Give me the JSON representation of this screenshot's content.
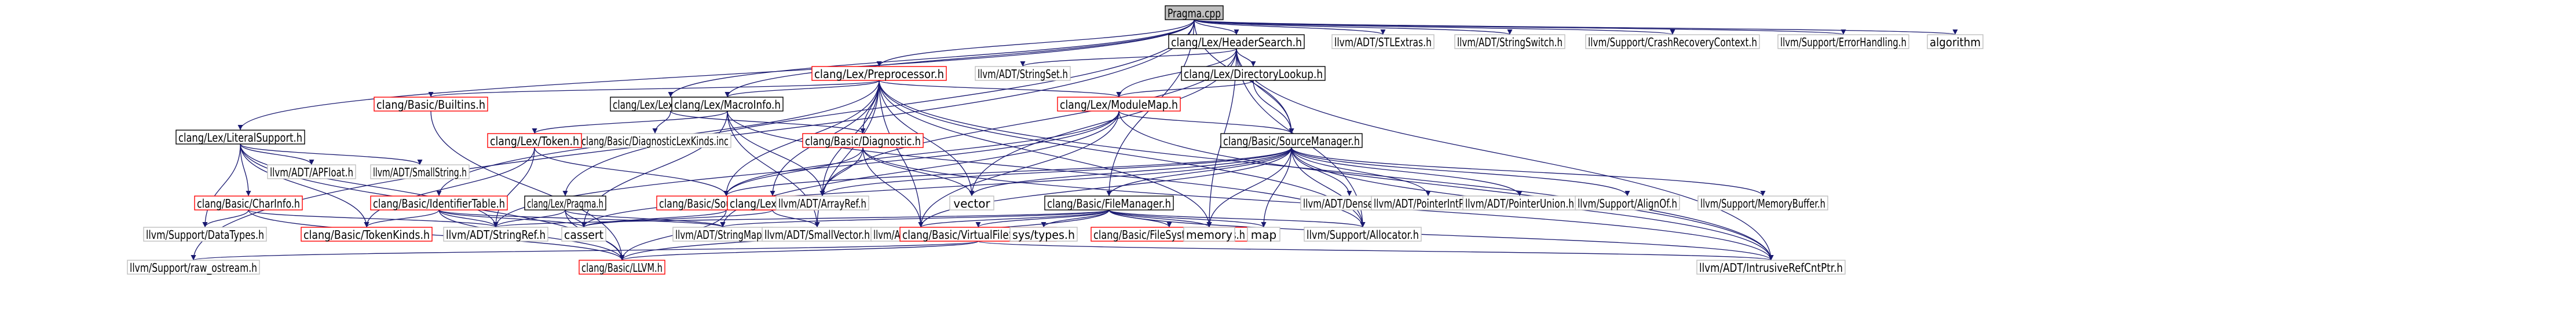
{
  "graph": {
    "root": "Pragma.cpp",
    "nodes": [
      {
        "id": "pragma_cpp",
        "label": "Pragma.cpp",
        "style": "root"
      },
      {
        "id": "headersearch",
        "label": "clang/Lex/HeaderSearch.h",
        "style": "black"
      },
      {
        "id": "stlextras",
        "label": "llvm/ADT/STLExtras.h",
        "style": "gray"
      },
      {
        "id": "stringswitch",
        "label": "llvm/ADT/StringSwitch.h",
        "style": "gray"
      },
      {
        "id": "crashrecovery",
        "label": "llvm/Support/CrashRecoveryContext.h",
        "style": "gray"
      },
      {
        "id": "errorhandling",
        "label": "llvm/Support/ErrorHandling.h",
        "style": "gray"
      },
      {
        "id": "algorithm",
        "label": "algorithm",
        "style": "gray"
      },
      {
        "id": "preprocessor",
        "label": "clang/Lex/Preprocessor.h",
        "style": "red"
      },
      {
        "id": "stringset",
        "label": "llvm/ADT/StringSet.h",
        "style": "gray"
      },
      {
        "id": "directorylookup",
        "label": "clang/Lex/DirectoryLookup.h",
        "style": "black"
      },
      {
        "id": "builtins",
        "label": "clang/Basic/Builtins.h",
        "style": "red"
      },
      {
        "id": "lexdiagnostic",
        "label": "clang/Lex/LexDiagnostic.h",
        "style": "black"
      },
      {
        "id": "macroinfo",
        "label": "clang/Lex/MacroInfo.h",
        "style": "black"
      },
      {
        "id": "modulemap",
        "label": "clang/Lex/ModuleMap.h",
        "style": "red"
      },
      {
        "id": "literalsupport",
        "label": "clang/Lex/LiteralSupport.h",
        "style": "black"
      },
      {
        "id": "diagkinds",
        "label": "clang/Basic/DiagnosticLexKinds.inc",
        "style": "gray"
      },
      {
        "id": "token",
        "label": "clang/Lex/Token.h",
        "style": "red"
      },
      {
        "id": "diagnostic",
        "label": "clang/Basic/Diagnostic.h",
        "style": "red"
      },
      {
        "id": "sourcemanager",
        "label": "clang/Basic/SourceManager.h",
        "style": "black"
      },
      {
        "id": "apfloat",
        "label": "llvm/ADT/APFloat.h",
        "style": "gray"
      },
      {
        "id": "smallstring",
        "label": "llvm/ADT/SmallString.h",
        "style": "gray"
      },
      {
        "id": "charinfo",
        "label": "clang/Basic/CharInfo.h",
        "style": "red"
      },
      {
        "id": "identifiertable",
        "label": "clang/Basic/IdentifierTable.h",
        "style": "red"
      },
      {
        "id": "lexpragma",
        "label": "clang/Lex/Pragma.h",
        "style": "black"
      },
      {
        "id": "sourcelocation",
        "label": "clang/Basic/SourceLocation.h",
        "style": "red"
      },
      {
        "id": "lexer",
        "label": "clang/Lex/Lexer.h",
        "style": "red"
      },
      {
        "id": "arrayref",
        "label": "llvm/ADT/ArrayRef.h",
        "style": "gray"
      },
      {
        "id": "vector",
        "label": "vector",
        "style": "gray"
      },
      {
        "id": "filemanager",
        "label": "clang/Basic/FileManager.h",
        "style": "black"
      },
      {
        "id": "densesetn",
        "label": "llvm/ADT/DenseSet.h",
        "style": "gray"
      },
      {
        "id": "pointerintpair",
        "label": "llvm/ADT/PointerIntPair.h",
        "style": "gray"
      },
      {
        "id": "pointerunion",
        "label": "llvm/ADT/PointerUnion.h",
        "style": "gray"
      },
      {
        "id": "alignof",
        "label": "llvm/Support/AlignOf.h",
        "style": "gray"
      },
      {
        "id": "memorybuffer",
        "label": "llvm/Support/MemoryBuffer.h",
        "style": "gray"
      },
      {
        "id": "datatypes",
        "label": "llvm/Support/DataTypes.h",
        "style": "gray"
      },
      {
        "id": "tokenkinds",
        "label": "clang/Basic/TokenKinds.h",
        "style": "red"
      },
      {
        "id": "stringref",
        "label": "llvm/ADT/StringRef.h",
        "style": "gray"
      },
      {
        "id": "cassert",
        "label": "cassert",
        "style": "gray"
      },
      {
        "id": "stringmap",
        "label": "llvm/ADT/StringMap.h",
        "style": "gray"
      },
      {
        "id": "smallvector",
        "label": "llvm/ADT/SmallVector.h",
        "style": "gray"
      },
      {
        "id": "densemap",
        "label": "llvm/ADT/DenseMap.h",
        "style": "gray"
      },
      {
        "id": "virtualfs",
        "label": "clang/Basic/VirtualFileSystem.h",
        "style": "red"
      },
      {
        "id": "systypes",
        "label": "sys/types.h",
        "style": "gray"
      },
      {
        "id": "filesystemoptions",
        "label": "clang/Basic/FileSystemOptions.h",
        "style": "red"
      },
      {
        "id": "memory",
        "label": "memory",
        "style": "gray"
      },
      {
        "id": "map",
        "label": "map",
        "style": "gray"
      },
      {
        "id": "allocator",
        "label": "llvm/Support/Allocator.h",
        "style": "gray"
      },
      {
        "id": "rawostream",
        "label": "llvm/Support/raw_ostream.h",
        "style": "gray"
      },
      {
        "id": "basicllvm",
        "label": "clang/Basic/LLVM.h",
        "style": "red"
      },
      {
        "id": "intrusiverefcnt",
        "label": "llvm/ADT/IntrusiveRefCntPtr.h",
        "style": "gray"
      }
    ],
    "edges": [
      [
        "pragma_cpp",
        "headersearch"
      ],
      [
        "pragma_cpp",
        "stlextras"
      ],
      [
        "pragma_cpp",
        "stringswitch"
      ],
      [
        "pragma_cpp",
        "crashrecovery"
      ],
      [
        "pragma_cpp",
        "errorhandling"
      ],
      [
        "pragma_cpp",
        "algorithm"
      ],
      [
        "pragma_cpp",
        "preprocessor"
      ],
      [
        "pragma_cpp",
        "lexdiagnostic"
      ],
      [
        "pragma_cpp",
        "macroinfo"
      ],
      [
        "pragma_cpp",
        "literalsupport"
      ],
      [
        "pragma_cpp",
        "lexpragma"
      ],
      [
        "pragma_cpp",
        "sourcemanager"
      ],
      [
        "pragma_cpp",
        "filemanager"
      ],
      [
        "pragma_cpp",
        "rawostream"
      ],
      [
        "headersearch",
        "stringset"
      ],
      [
        "headersearch",
        "directorylookup"
      ],
      [
        "headersearch",
        "modulemap"
      ],
      [
        "headersearch",
        "sourcemanager"
      ],
      [
        "headersearch",
        "arrayref"
      ],
      [
        "headersearch",
        "vector"
      ],
      [
        "headersearch",
        "memory"
      ],
      [
        "headersearch",
        "allocator"
      ],
      [
        "headersearch",
        "intrusiverefcnt"
      ],
      [
        "directorylookup",
        "modulemap"
      ],
      [
        "directorylookup",
        "sourcemanager"
      ],
      [
        "preprocessor",
        "builtins"
      ],
      [
        "preprocessor",
        "macroinfo"
      ],
      [
        "preprocessor",
        "modulemap"
      ],
      [
        "preprocessor",
        "identifiertable"
      ],
      [
        "preprocessor",
        "diagnostic"
      ],
      [
        "preprocessor",
        "sourcelocation"
      ],
      [
        "preprocessor",
        "lexer"
      ],
      [
        "preprocessor",
        "arrayref"
      ],
      [
        "preprocessor",
        "vector"
      ],
      [
        "preprocessor",
        "densemap"
      ],
      [
        "preprocessor",
        "smallvector"
      ],
      [
        "preprocessor",
        "allocator"
      ],
      [
        "preprocessor",
        "intrusiverefcnt"
      ],
      [
        "preprocessor",
        "memory"
      ],
      [
        "builtins",
        "basicllvm"
      ],
      [
        "lexdiagnostic",
        "diagkinds"
      ],
      [
        "lexdiagnostic",
        "diagnostic"
      ],
      [
        "macroinfo",
        "token"
      ],
      [
        "macroinfo",
        "arrayref"
      ],
      [
        "macroinfo",
        "smallvector"
      ],
      [
        "macroinfo",
        "allocator"
      ],
      [
        "macroinfo",
        "cassert"
      ],
      [
        "modulemap",
        "sourcemanager"
      ],
      [
        "modulemap",
        "sourcelocation"
      ],
      [
        "modulemap",
        "densemap"
      ],
      [
        "modulemap",
        "stringmap"
      ],
      [
        "modulemap",
        "stringref"
      ],
      [
        "modulemap",
        "intrusiverefcnt"
      ],
      [
        "literalsupport",
        "apfloat"
      ],
      [
        "literalsupport",
        "smallstring"
      ],
      [
        "literalsupport",
        "charinfo"
      ],
      [
        "literalsupport",
        "tokenkinds"
      ],
      [
        "literalsupport",
        "stringref"
      ],
      [
        "literalsupport",
        "datatypes"
      ],
      [
        "literalsupport",
        "basicllvm"
      ],
      [
        "token",
        "sourcelocation"
      ],
      [
        "token",
        "tokenkinds"
      ],
      [
        "token",
        "stringref"
      ],
      [
        "diagnostic",
        "sourcelocation"
      ],
      [
        "diagnostic",
        "arrayref"
      ],
      [
        "diagnostic",
        "densemap"
      ],
      [
        "diagnostic",
        "vector"
      ],
      [
        "diagnostic",
        "intrusiverefcnt"
      ],
      [
        "sourcemanager",
        "filemanager"
      ],
      [
        "sourcemanager",
        "densesetn"
      ],
      [
        "sourcemanager",
        "pointerintpair"
      ],
      [
        "sourcemanager",
        "pointerunion"
      ],
      [
        "sourcemanager",
        "alignof"
      ],
      [
        "sourcemanager",
        "memorybuffer"
      ],
      [
        "sourcemanager",
        "sourcelocation"
      ],
      [
        "sourcemanager",
        "arrayref"
      ],
      [
        "sourcemanager",
        "vector"
      ],
      [
        "sourcemanager",
        "densemap"
      ],
      [
        "sourcemanager",
        "allocator"
      ],
      [
        "sourcemanager",
        "map"
      ],
      [
        "sourcemanager",
        "memory"
      ],
      [
        "sourcemanager",
        "intrusiverefcnt"
      ],
      [
        "sourcemanager",
        "cassert"
      ],
      [
        "charinfo",
        "datatypes"
      ],
      [
        "charinfo",
        "stringref"
      ],
      [
        "charinfo",
        "basicllvm"
      ],
      [
        "identifiertable",
        "tokenkinds"
      ],
      [
        "identifiertable",
        "stringmap"
      ],
      [
        "identifiertable",
        "stringref"
      ],
      [
        "identifiertable",
        "cassert"
      ],
      [
        "identifiertable",
        "basicllvm"
      ],
      [
        "lexpragma",
        "stringmap"
      ],
      [
        "lexpragma",
        "stringref"
      ],
      [
        "lexpragma",
        "cassert"
      ],
      [
        "lexpragma",
        "basicllvm"
      ],
      [
        "sourcelocation",
        "cassert"
      ],
      [
        "sourcelocation",
        "basicllvm"
      ],
      [
        "lexer",
        "smallvector"
      ],
      [
        "lexer",
        "cassert"
      ],
      [
        "filemanager",
        "virtualfs"
      ],
      [
        "filemanager",
        "filesystemoptions"
      ],
      [
        "filemanager",
        "systypes"
      ],
      [
        "filemanager",
        "memory"
      ],
      [
        "filemanager",
        "map"
      ],
      [
        "filemanager",
        "allocator"
      ],
      [
        "filemanager",
        "densemap"
      ],
      [
        "filemanager",
        "stringmap"
      ],
      [
        "filemanager",
        "stringref"
      ],
      [
        "filemanager",
        "intrusiverefcnt"
      ],
      [
        "filemanager",
        "basicllvm"
      ],
      [
        "virtualfs",
        "basicllvm"
      ],
      [
        "virtualfs",
        "intrusiverefcnt"
      ],
      [
        "virtualfs",
        "rawostream"
      ]
    ]
  }
}
